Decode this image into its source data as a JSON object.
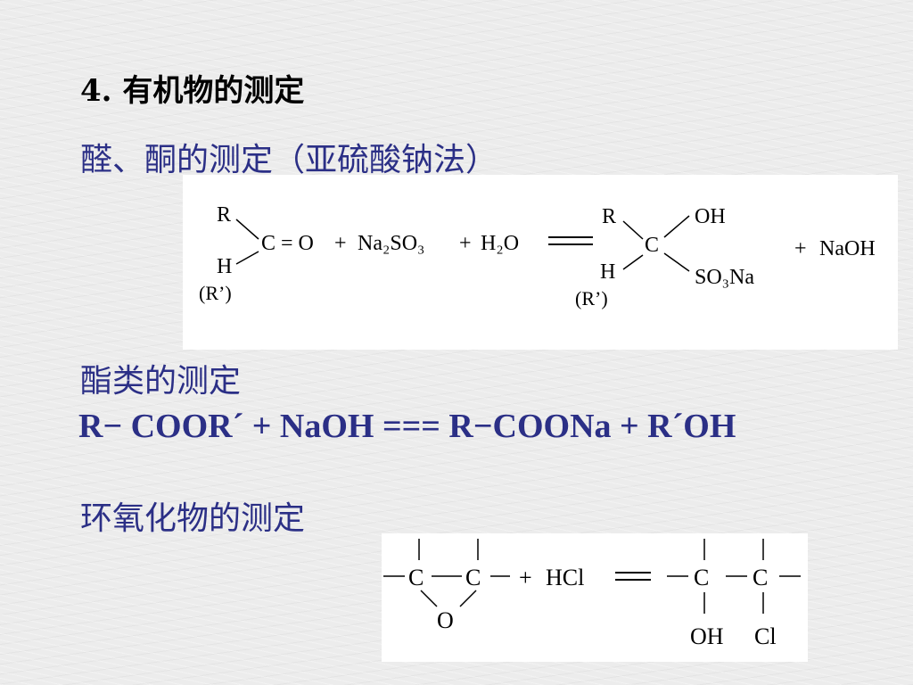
{
  "heading": "4.  有机物的测定",
  "section1": {
    "title": "醛、酮的测定（亚硫酸钠法）",
    "equation": {
      "r": "R",
      "c": "C",
      "eq_o": "= O",
      "h": "H",
      "rprime": "(R’)",
      "plus1": "+",
      "na2so3": "Na₂SO₃",
      "plus2": "+",
      "h2o": "H₂O",
      "r2": "R",
      "c2": "C",
      "oh": "OH",
      "h2": "H",
      "rprime2": "(R’)",
      "so3na": "SO₃Na",
      "plus3": "+",
      "naoh": "NaOH"
    }
  },
  "section2": {
    "title": "酯类的测定",
    "equation": "R− COOR´ + NaOH === R−COONa + R´OH"
  },
  "section3": {
    "title": "环氧化物的测定",
    "equation": {
      "c1": "C",
      "c2": "C",
      "o": "O",
      "plus": "+",
      "hcl": "HCl",
      "c3": "C",
      "c4": "C",
      "oh": "OH",
      "cl": "Cl"
    }
  }
}
